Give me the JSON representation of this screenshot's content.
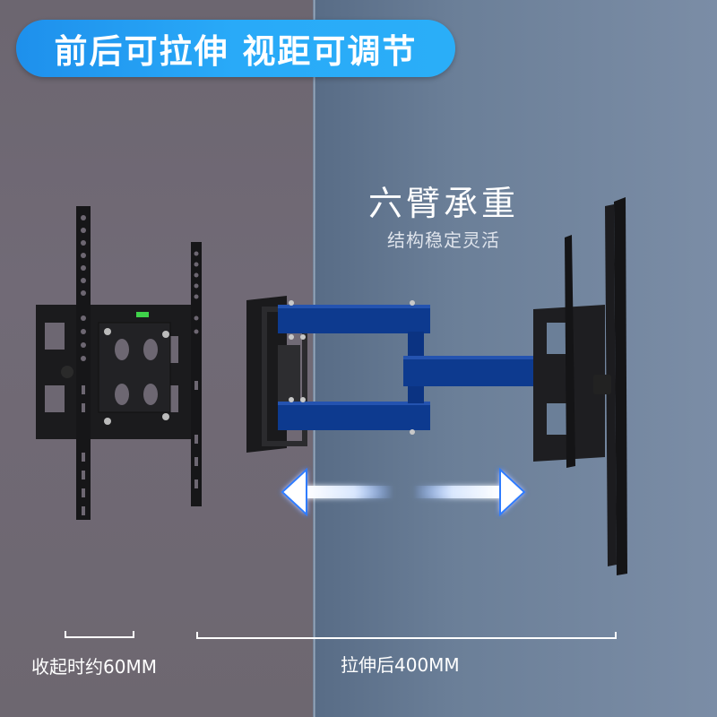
{
  "banner": {
    "text": "前后可拉伸 视距可调节",
    "colors": {
      "start": "#1e90ec",
      "end": "#2aaef8"
    }
  },
  "feature": {
    "title": "六臂承重",
    "subtitle": "结构稳定灵活"
  },
  "measurements": {
    "folded": {
      "label": "收起时约60MM"
    },
    "extended": {
      "label": "拉伸后400MM"
    }
  },
  "illustrations": {
    "folded_mount": "tv-wall-mount-folded",
    "extended_mount": "tv-wall-mount-extended-six-arm",
    "arm_color": "#0d3a8f",
    "arrow_color": "#2f7bff"
  },
  "background": {
    "left": "#6e6872",
    "right_start": "#586c86",
    "right_end": "#7b8da6"
  }
}
